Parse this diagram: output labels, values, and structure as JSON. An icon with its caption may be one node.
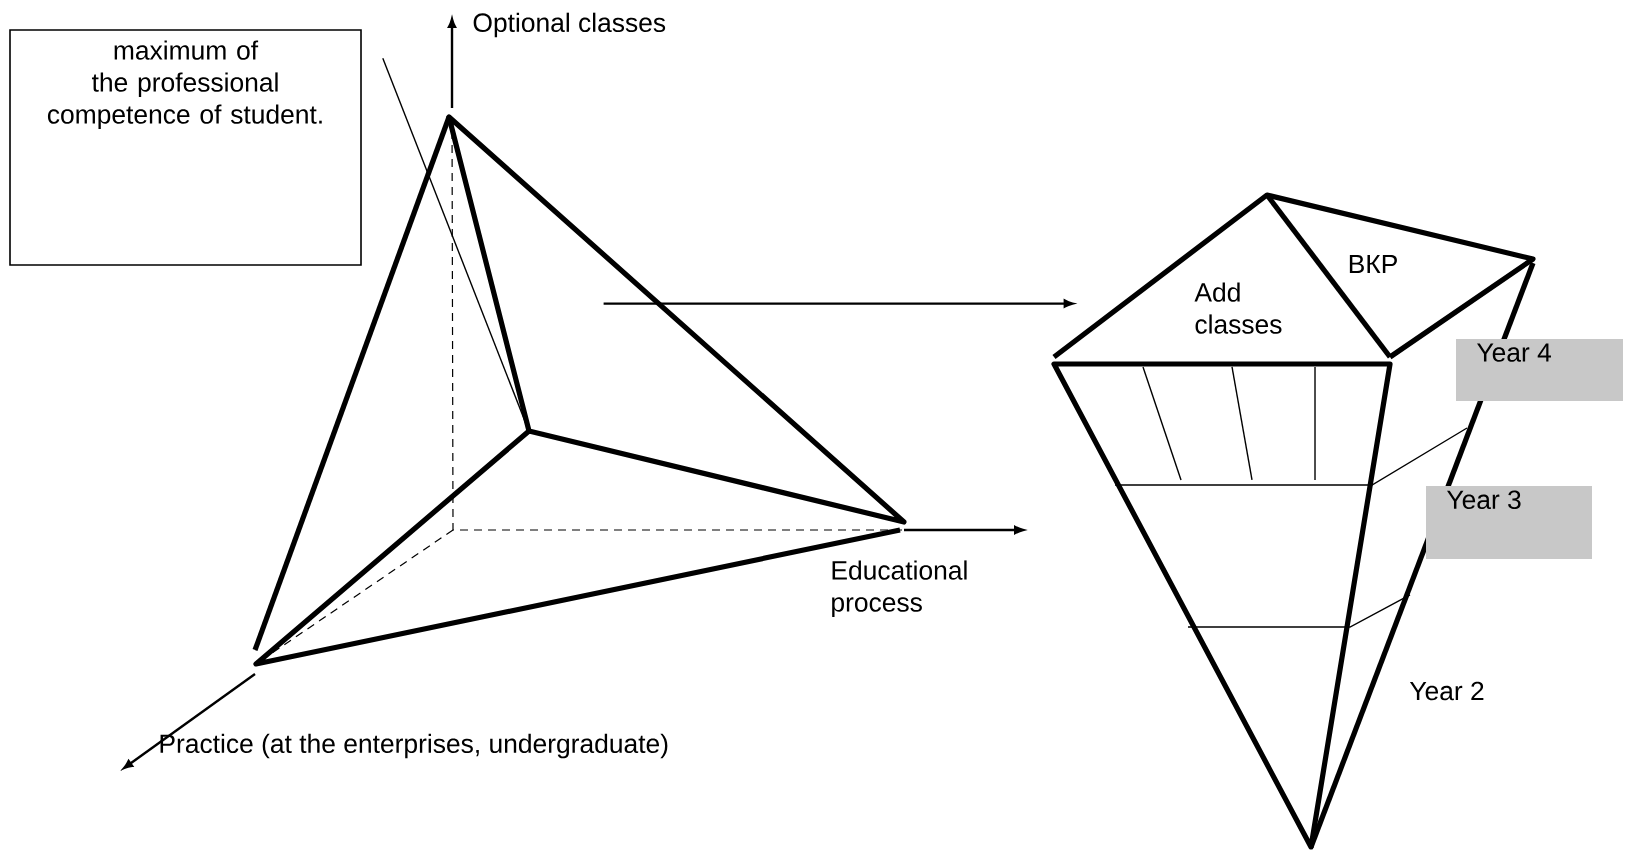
{
  "diagram": {
    "nodes": [
      {
        "text": [
          "maximum of the professional competence of student."
        ]
      },
      {
        "text": [],
        "shape": "pyramid"
      },
      {
        "text": [],
        "shape": "pyramid"
      },
      {
        "text": [
          "Year 4"
        ]
      },
      {
        "text": [
          "Year 3"
        ]
      }
    ],
    "edges": [
      {
        "from": 0,
        "to": 1,
        "arrow": "none"
      },
      {
        "from": 1,
        "to": 2,
        "arrow": "to"
      }
    ],
    "labels": [
      "Optional classes",
      "Educational process",
      "Practice (at the enterprises, undergraduate)",
      "Add classes",
      "ВКР",
      "Year 2"
    ]
  }
}
